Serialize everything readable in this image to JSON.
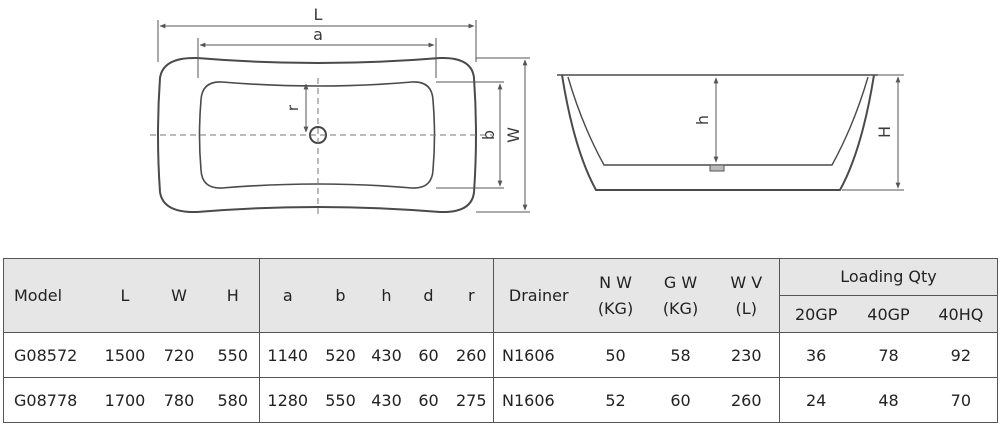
{
  "diagram": {
    "labels": {
      "L": "L",
      "a": "a",
      "r": "r",
      "b": "b",
      "W": "W",
      "h": "h",
      "H": "H"
    }
  },
  "table": {
    "headers": {
      "model": "Model",
      "L": "L",
      "W": "W",
      "H": "H",
      "a": "a",
      "b": "b",
      "h": "h",
      "d": "d",
      "r": "r",
      "drainer": "Drainer",
      "nw": [
        "N W",
        "(KG)"
      ],
      "gw": [
        "G W",
        "(KG)"
      ],
      "wv": [
        "W V",
        "(L)"
      ],
      "loading_qty": "Loading Qty",
      "loading_sub": [
        "20GP",
        "40GP",
        "40HQ"
      ]
    },
    "rows": [
      {
        "model": "G08572",
        "L": "1500",
        "W": "720",
        "H": "550",
        "a": "1140",
        "b": "520",
        "h": "430",
        "d": "60",
        "r": "260",
        "drainer": "N1606",
        "nw": "50",
        "gw": "58",
        "wv": "230",
        "q20gp": "36",
        "q40gp": "78",
        "q40hq": "92"
      },
      {
        "model": "G08778",
        "L": "1700",
        "W": "780",
        "H": "580",
        "a": "1280",
        "b": "550",
        "h": "430",
        "d": "60",
        "r": "275",
        "drainer": "N1606",
        "nw": "52",
        "gw": "60",
        "wv": "260",
        "q20gp": "24",
        "q40gp": "48",
        "q40hq": "70"
      }
    ]
  }
}
